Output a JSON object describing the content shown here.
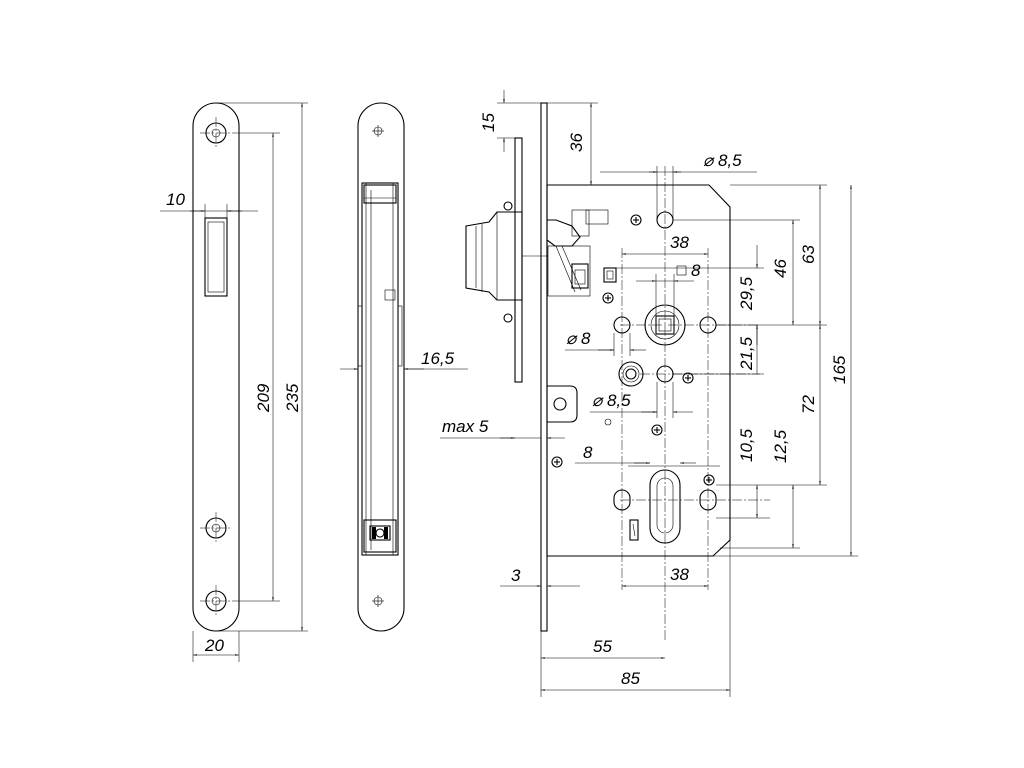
{
  "dimensions": {
    "faceplate_width_inner": "10",
    "faceplate_width": "20",
    "screw_spacing": "209",
    "faceplate_length": "235",
    "body_thickness": "16,5",
    "latch_projection": "max 5",
    "top_offset": "15",
    "top_to_body": "36",
    "spindle_hole_dia": "8,5",
    "hole_spacing_top": "38",
    "spindle_square": "8",
    "spindle_offset_a": "46",
    "spindle_offset_b": "63",
    "spindle_to_latch": "29,5",
    "pin_dia": "8",
    "cylinder_offset": "21,5",
    "lower_hole_dia": "8,5",
    "center_distance": "72",
    "body_height": "165",
    "cylinder_slot": "8",
    "cyl_offset_a": "10,5",
    "cyl_offset_b": "12,5",
    "plate_thickness": "3",
    "hole_spacing_bottom": "38",
    "backset": "55",
    "body_depth": "85"
  }
}
